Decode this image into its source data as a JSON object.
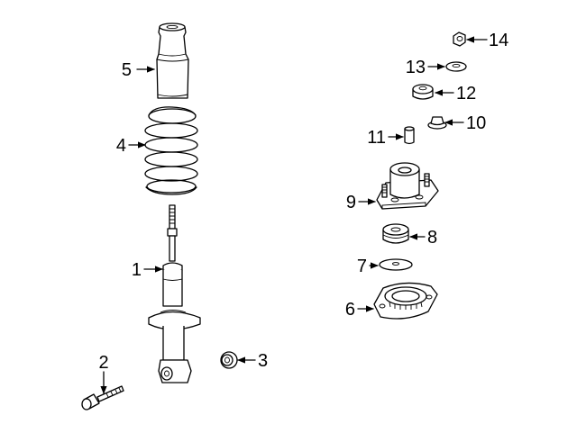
{
  "diagram": {
    "parts": [
      {
        "id": "part-1",
        "label": "1",
        "icon": "shock-absorber-icon"
      },
      {
        "id": "part-2",
        "label": "2",
        "icon": "bolt-icon"
      },
      {
        "id": "part-3",
        "label": "3",
        "icon": "bushing-icon"
      },
      {
        "id": "part-4",
        "label": "4",
        "icon": "coil-spring-icon"
      },
      {
        "id": "part-5",
        "label": "5",
        "icon": "dust-boot-icon"
      },
      {
        "id": "part-6",
        "label": "6",
        "icon": "spring-seat-icon"
      },
      {
        "id": "part-7",
        "label": "7",
        "icon": "washer-icon"
      },
      {
        "id": "part-8",
        "label": "8",
        "icon": "bump-stop-icon"
      },
      {
        "id": "part-9",
        "label": "9",
        "icon": "strut-mount-icon"
      },
      {
        "id": "part-10",
        "label": "10",
        "icon": "nut-icon"
      },
      {
        "id": "part-11",
        "label": "11",
        "icon": "sleeve-icon"
      },
      {
        "id": "part-12",
        "label": "12",
        "icon": "cushion-icon"
      },
      {
        "id": "part-13",
        "label": "13",
        "icon": "washer-icon"
      },
      {
        "id": "part-14",
        "label": "14",
        "icon": "nut-icon"
      }
    ]
  }
}
